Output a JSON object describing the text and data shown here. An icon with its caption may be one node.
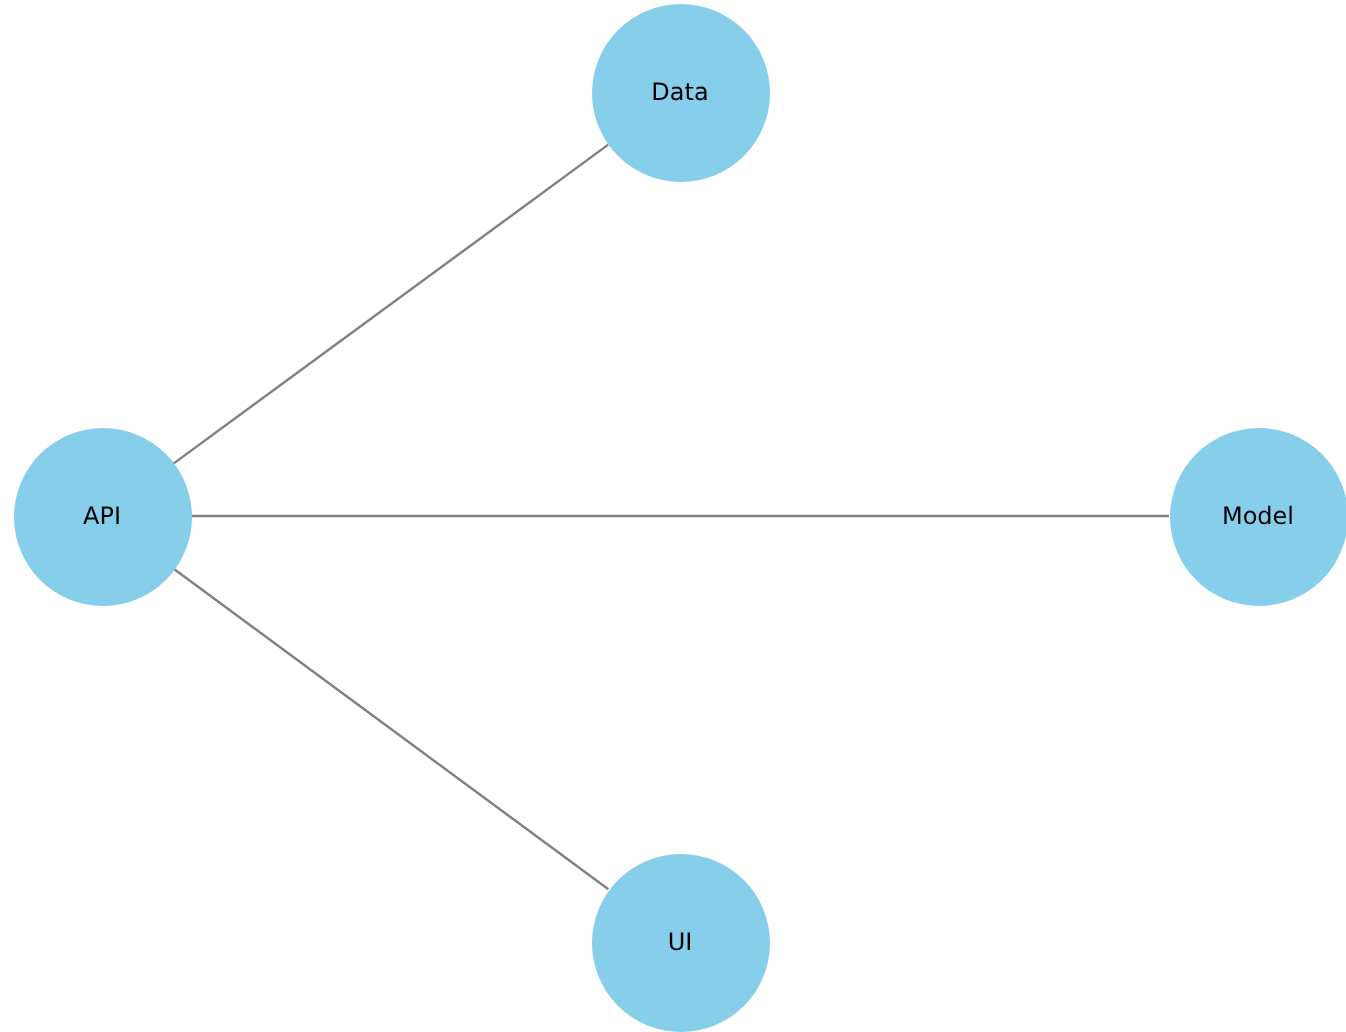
{
  "diagram": {
    "nodes": [
      {
        "text": [
          "Data"
        ]
      },
      {
        "text": [
          "API"
        ]
      },
      {
        "text": [
          "Model"
        ]
      },
      {
        "text": [
          "UI"
        ]
      }
    ],
    "edges": [
      {
        "from": 1,
        "to": 0,
        "arrow": "none"
      },
      {
        "from": 1,
        "to": 2,
        "arrow": "none"
      },
      {
        "from": 1,
        "to": 3,
        "arrow": "none"
      }
    ]
  }
}
